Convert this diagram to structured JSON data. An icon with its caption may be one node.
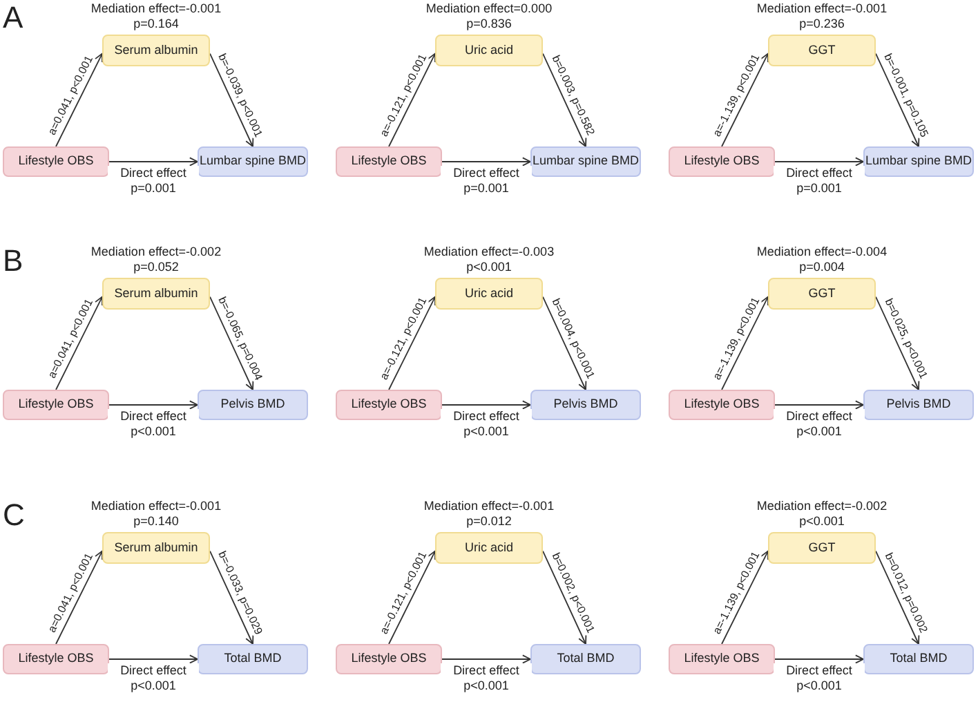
{
  "diagram": {
    "nodes": [
      {
        "text": [
          "Serum albumin"
        ],
        "beside": [
          "Mediation effect=-0.001 p=0.164"
        ]
      },
      {
        "text": [
          "Lifestyle OBS"
        ]
      },
      {
        "text": [
          "Lumbar spine BMD"
        ]
      },
      {
        "text": [
          "Uric acid"
        ],
        "beside": [
          "Mediation effect=0.000 p=0.836"
        ]
      },
      {
        "text": [
          "Lifestyle OBS"
        ]
      },
      {
        "text": [
          "Lumbar spine BMD"
        ]
      },
      {
        "text": [
          "GGT"
        ],
        "beside": [
          "Mediation effect=-0.001 p=0.236"
        ]
      },
      {
        "text": [
          "Lifestyle OBS"
        ]
      },
      {
        "text": [
          "Lumbar spine BMD"
        ]
      },
      {
        "text": [
          "Serum albumin"
        ],
        "beside": [
          "Mediation effect=-0.002 p=0.052"
        ]
      },
      {
        "text": [
          "Lifestyle OBS"
        ]
      },
      {
        "text": [
          "Pelvis BMD"
        ]
      },
      {
        "text": [
          "Uric acid"
        ],
        "beside": [
          "Mediation effect=-0.003 p<0.001"
        ]
      },
      {
        "text": [
          "Lifestyle OBS"
        ]
      },
      {
        "text": [
          "Pelvis BMD"
        ]
      },
      {
        "text": [
          "GGT"
        ],
        "beside": [
          "Mediation effect=-0.004 p=0.004"
        ]
      },
      {
        "text": [
          "Lifestyle OBS"
        ]
      },
      {
        "text": [
          "Pelvis BMD"
        ]
      },
      {
        "text": [
          "Serum albumin"
        ],
        "beside": [
          "Mediation effect=-0.001 p=0.140"
        ]
      },
      {
        "text": [
          "Lifestyle OBS"
        ]
      },
      {
        "text": [
          "Total BMD"
        ]
      },
      {
        "text": [
          "Uric acid"
        ],
        "beside": [
          "Mediation effect=-0.001 p=0.012"
        ]
      },
      {
        "text": [
          "Lifestyle OBS"
        ]
      },
      {
        "text": [
          "Total BMD"
        ]
      },
      {
        "text": [
          "GGT"
        ],
        "beside": [
          "Mediation effect=-0.002 p<0.001"
        ]
      },
      {
        "text": [
          "Lifestyle OBS"
        ]
      },
      {
        "text": [
          "Total BMD"
        ]
      }
    ],
    "edges": [
      {
        "from": 1,
        "to": 0,
        "arrow": "to",
        "label": "a=0.041, p<0.001"
      },
      {
        "from": 0,
        "to": 2,
        "arrow": "to",
        "label": "b=-0.039, p<0.001"
      },
      {
        "from": 1,
        "to": 2,
        "arrow": "to",
        "label": "Direct effect p=0.001"
      },
      {
        "from": 4,
        "to": 3,
        "arrow": "to",
        "label": "a=-0.121, p<0.001"
      },
      {
        "from": 3,
        "to": 5,
        "arrow": "to",
        "label": "b=0.003, p=0.582"
      },
      {
        "from": 4,
        "to": 5,
        "arrow": "to",
        "label": "Direct effect p=0.001"
      },
      {
        "from": 7,
        "to": 6,
        "arrow": "to",
        "label": "a=-1.139, p<0.001"
      },
      {
        "from": 6,
        "to": 8,
        "arrow": "to",
        "label": "b=-0.001, p=0.105"
      },
      {
        "from": 7,
        "to": 8,
        "arrow": "to",
        "label": "Direct effect p=0.001"
      },
      {
        "from": 10,
        "to": 9,
        "arrow": "to",
        "label": "a=0.041, p<0.001"
      },
      {
        "from": 9,
        "to": 11,
        "arrow": "to",
        "label": "b=-0.065, p=0.004"
      },
      {
        "from": 10,
        "to": 11,
        "arrow": "to",
        "label": "Direct effect p<0.001"
      },
      {
        "from": 13,
        "to": 12,
        "arrow": "to",
        "label": "a=-0.121, p<0.001"
      },
      {
        "from": 12,
        "to": 14,
        "arrow": "to",
        "label": "b=0.004, p<0.001"
      },
      {
        "from": 13,
        "to": 14,
        "arrow": "to",
        "label": "Direct effect p<0.001"
      },
      {
        "from": 16,
        "to": 15,
        "arrow": "to",
        "label": "a=-1.139, p<0.001"
      },
      {
        "from": 15,
        "to": 17,
        "arrow": "to",
        "label": "b=0.025, p<0.001"
      },
      {
        "from": 16,
        "to": 17,
        "arrow": "to",
        "label": "Direct effect p<0.001"
      },
      {
        "from": 19,
        "to": 18,
        "arrow": "to",
        "label": "a=0.041, p<0.001"
      },
      {
        "from": 18,
        "to": 20,
        "arrow": "to",
        "label": "b=-0.033, p=0.029"
      },
      {
        "from": 19,
        "to": 20,
        "arrow": "to",
        "label": "Direct effect p<0.001"
      },
      {
        "from": 22,
        "to": 21,
        "arrow": "to",
        "label": "a=-0.121, p<0.001"
      },
      {
        "from": 21,
        "to": 23,
        "arrow": "to",
        "label": "b=0.002, p<0.001"
      },
      {
        "from": 22,
        "to": 23,
        "arrow": "to",
        "label": "Direct effect p<0.001"
      },
      {
        "from": 25,
        "to": 24,
        "arrow": "to",
        "label": "a=-1.139, p<0.001"
      },
      {
        "from": 24,
        "to": 26,
        "arrow": "to",
        "label": "b=0.012, p=0.002"
      },
      {
        "from": 25,
        "to": 26,
        "arrow": "to",
        "label": "Direct effect p<0.001"
      }
    ],
    "labels": [
      "A",
      "B",
      "C"
    ]
  }
}
